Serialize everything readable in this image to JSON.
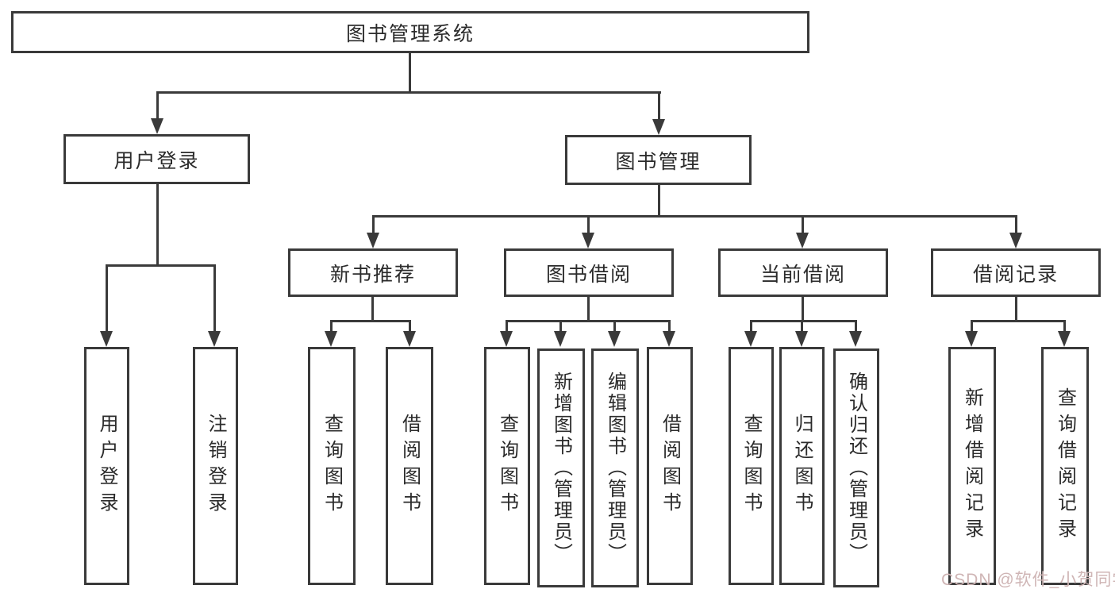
{
  "diagram": {
    "title": "图书管理系统",
    "branches": [
      {
        "label": "用户登录",
        "children": [
          "用户登录",
          "注销登录"
        ]
      },
      {
        "label": "图书管理",
        "children": [
          {
            "label": "新书推荐",
            "children": [
              "查询图书",
              "借阅图书"
            ]
          },
          {
            "label": "图书借阅",
            "children": [
              "查询图书",
              "新增图书（管理员）",
              "编辑图书（管理员）",
              "借阅图书"
            ]
          },
          {
            "label": "当前借阅",
            "children": [
              "查询图书",
              "归还图书",
              "确认归还（管理员）"
            ]
          },
          {
            "label": "借阅记录",
            "children": [
              "新增借阅记录",
              "查询借阅记录"
            ]
          }
        ]
      }
    ],
    "watermark": "CSDN @软件_小贺同学",
    "colors": {
      "line": "#3a3a3a",
      "text": "#2b2b2b",
      "watermark": "#cfb5b5",
      "background": "#ffffff"
    }
  }
}
